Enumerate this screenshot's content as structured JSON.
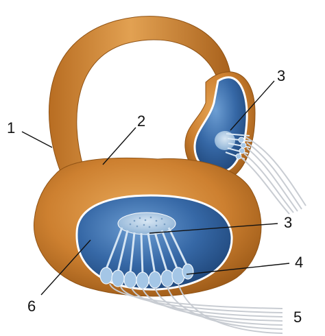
{
  "labels": {
    "l1": "1",
    "l2": "2",
    "l3a": "3",
    "l3b": "3",
    "l4": "4",
    "l5": "5",
    "l6": "6"
  },
  "colors": {
    "tube": "#c97d2b",
    "tube_light": "#e3a052",
    "tube_dark": "#9a5716",
    "cavity": "#2f5d9a",
    "cavity_light": "#6f9fd2",
    "membrane": "#ffffff",
    "hair_cell": "#9ec3e6",
    "nerve": "#c8ccd2"
  }
}
